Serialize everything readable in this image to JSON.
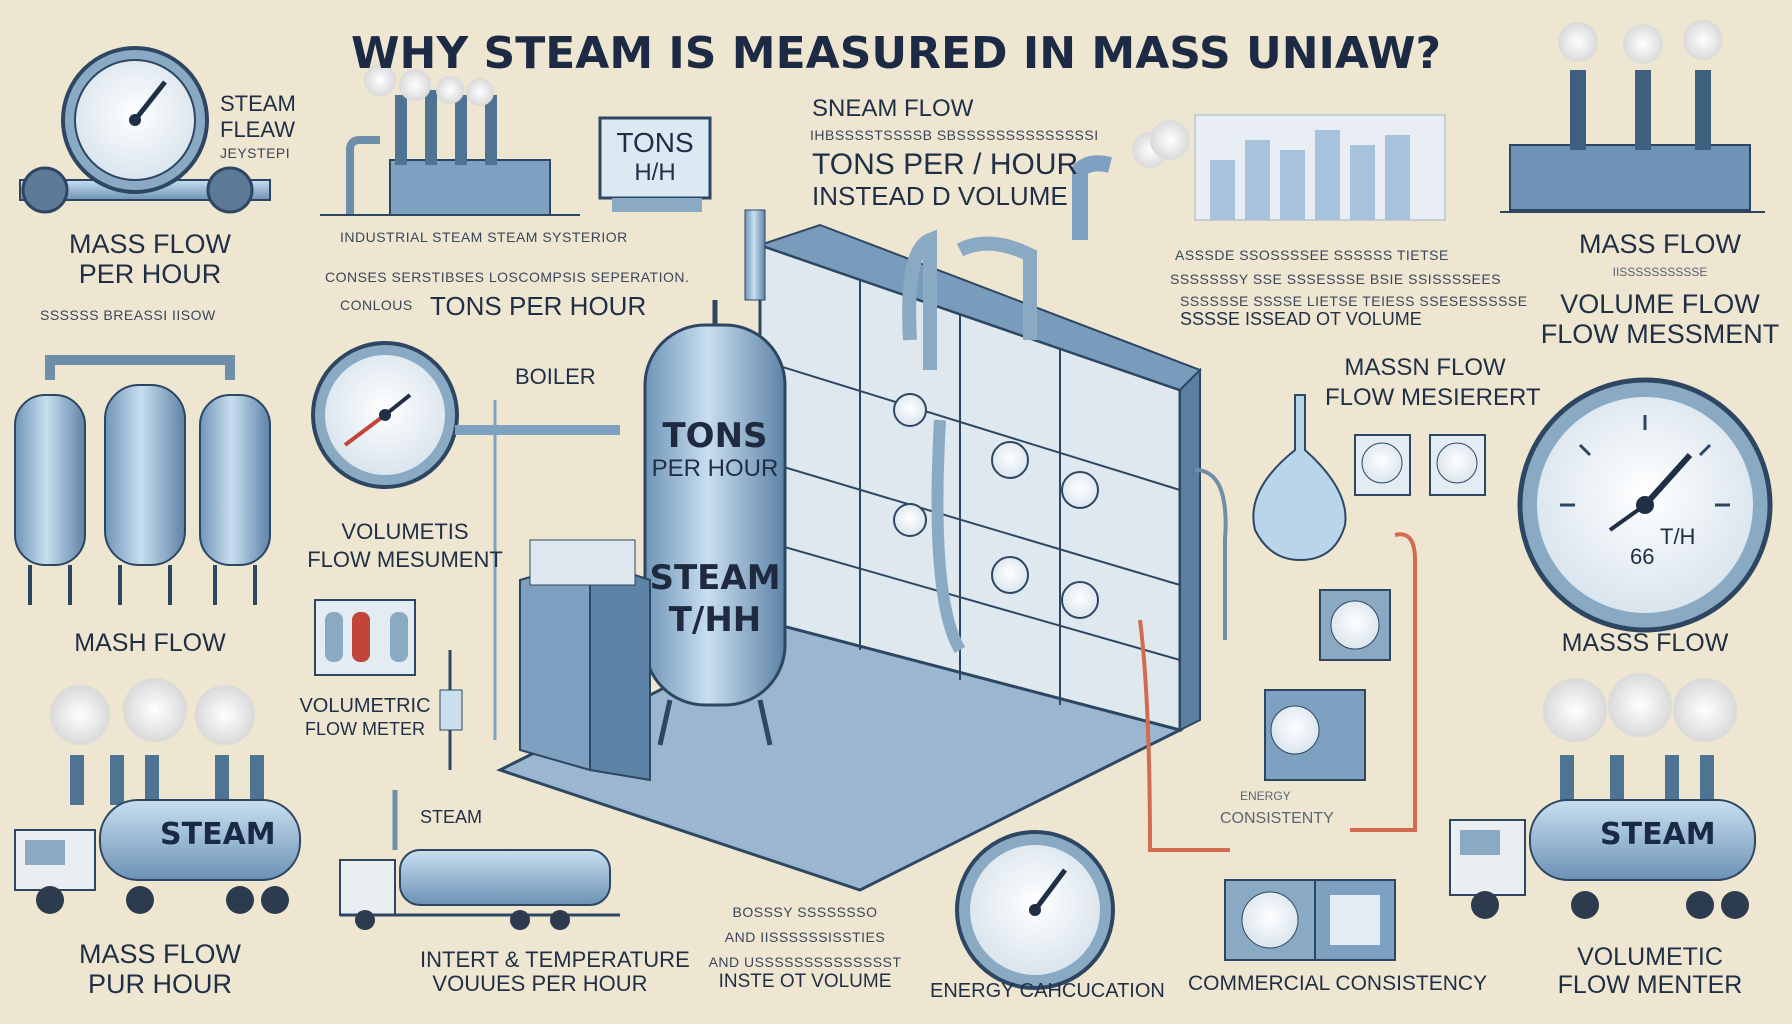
{
  "title": "WHY STEAM IS MEASURED IN MASS UNIAW?",
  "top_left": {
    "line1": "STEAM",
    "line2": "FLEAW",
    "line3": "JEYSTEPI"
  },
  "tons_sign": {
    "line1": "TONS",
    "line2": "H/H"
  },
  "steam_flow_header": {
    "title": "SNEAM FLOW",
    "garbled": "IHBSSSSTSSSSB SBSSSSSSSSSSSSSSI",
    "line1": "TONS PER / HOUR",
    "line2": "INSTEAD D VOLUME"
  },
  "left_mass_flow": {
    "line1": "MASS FLOW",
    "line2": "PER HOUR"
  },
  "industrial_desc": {
    "line1": "INDUSTRIAL STEAM STEAM SYSTERIOR",
    "line2": "CONSES SERSTIBSES LOSCOMPSIS SEPERATION.",
    "line3": "CONLOUS",
    "highlight": "TONS PER HOUR"
  },
  "left_garbled": "SSSSSS BREASSI IISOW",
  "right_desc": {
    "line1": "ASSSDE SSOSSSSEE SSSSSS TIETSE",
    "line2": "SSSSSSSY SSE SSSESSSE BSIE SSISSSSEES",
    "line3": "SSSSSSE SSSSE LIETSE TEIESS SSESESSSSSE",
    "line4": "SSSSE ISSEAD OT VOLUME"
  },
  "right_top": {
    "line1": "MASS FLOW",
    "garbled": "IISSSSSSSSSSE",
    "line2": "VOLUME FLOW",
    "line3": "FLOW MESSMENT"
  },
  "boiler_label": "BOILER",
  "vol_left": {
    "line1": "VOLUMETIS",
    "line2": "FLOW MESUMENT"
  },
  "tank_text": {
    "line1": "TONS",
    "line2": "PER HOUR",
    "line3": "STEAM",
    "line4": "T/HH"
  },
  "masn_flow": {
    "line1": "MASSN FLOW",
    "line2": "FLOW MESIERERT"
  },
  "big_gauge": {
    "label": "T/H",
    "value": "66"
  },
  "mash_flow": "MASH FLOW",
  "masss_flow": "MASSS FLOW",
  "vol_meter_left": {
    "line1": "VOLUMETRIC",
    "line2": "FLOW METER"
  },
  "steam_word": "STEAM",
  "steam_small": "STEAM",
  "consistenty": "CONSISTENTY",
  "consistenty_small": "ENERGY",
  "bottom_left": {
    "line1": "MASS FLOW",
    "line2": "PUR HOUR"
  },
  "bottom_mid": {
    "line1": "INTERT & TEMPERATURE",
    "line2": "VOUUES PER HOUR"
  },
  "bottom_center": {
    "line1": "BOSSSY SSSSSSSO",
    "line2": "AND IISSSSSSISSTIES",
    "line3": "AND USSSSSSSSSSSSSST",
    "line4": "INSTE OT VOLUME"
  },
  "energy": "ENERGY CAHCUCATION",
  "commercial": "COMMERCIAL CONSISTENCY",
  "bottom_right": {
    "line1": "VOLUMETIC",
    "line2": "FLOW MENTER"
  },
  "colors": {
    "background": "#efe6d2",
    "steel": "#8fb3cf",
    "steel_dark": "#4f7393",
    "ink": "#1f2f45",
    "red": "#c2453a"
  }
}
